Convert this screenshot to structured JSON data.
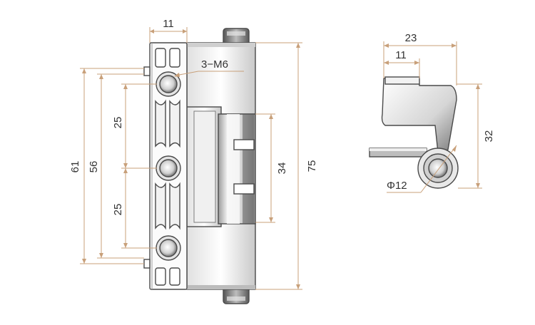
{
  "drawing": {
    "front_view": {
      "dim_top_width": "11",
      "dim_hole_callout": "3−M6",
      "dim_overall_height": "75",
      "dim_outer_hole_span": "61",
      "dim_inner_hole_span": "56",
      "dim_hole_pitch_upper": "25",
      "dim_hole_pitch_lower": "25",
      "dim_leaf_height": "34"
    },
    "side_view": {
      "dim_overall_width": "23",
      "dim_top_width": "11",
      "dim_height": "32",
      "dim_pin_diameter": "Φ12"
    },
    "colors": {
      "dimension": "#c8a07a",
      "outline": "#4a4a4a",
      "metal_light": "#f4f4f4",
      "metal_dark": "#8a8a8a"
    }
  }
}
